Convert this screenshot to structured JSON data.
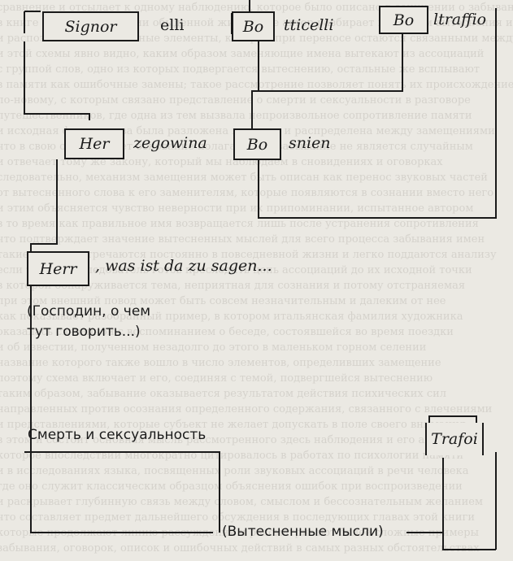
{
  "diagram": {
    "signor": {
      "box": "Signor",
      "rest": "elli"
    },
    "botticelli": {
      "box": "Bo",
      "rest": "tticelli"
    },
    "boltraffio": {
      "box": "Bo",
      "rest": "ltraffio"
    },
    "herzegowina": {
      "box": "Her",
      "rest": "zegowina"
    },
    "bosnien": {
      "box": "Bo",
      "rest": "snien"
    },
    "herr": {
      "box": "Herr",
      "rest": ", was ist da zu sagen..."
    },
    "herr_translation_line1": "(Господин, о чем",
    "herr_translation_line2": "тут говорить...)",
    "death_label": "Смерть и сексуальность",
    "trafoi": "Trafoi",
    "repressed_label": "(Вытесненные мысли)"
  },
  "colors": {
    "line": "#1a1a1a",
    "background": "#ebe9e3"
  }
}
